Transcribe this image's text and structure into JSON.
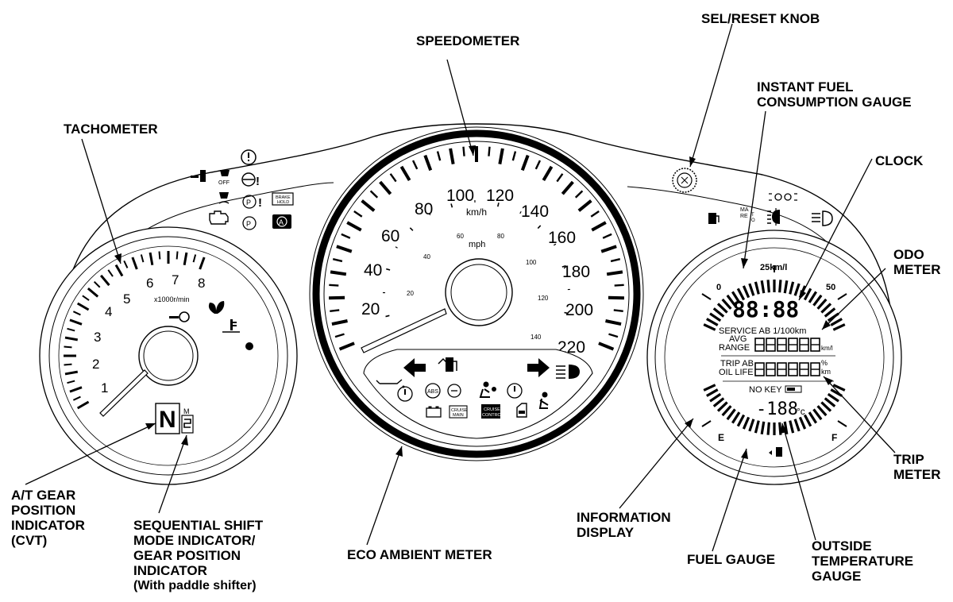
{
  "callouts": {
    "speedometer": "SPEEDOMETER",
    "sel_reset_knob": "SEL/RESET KNOB",
    "instant_fuel_consumption_gauge": [
      "INSTANT FUEL",
      "CONSUMPTION GAUGE"
    ],
    "tachometer": "TACHOMETER",
    "clock": "CLOCK",
    "odo_meter": [
      "ODO",
      "METER"
    ],
    "trip_meter": [
      "TRIP",
      "METER"
    ],
    "at_gear_position_indicator": [
      "A/T GEAR",
      "POSITION",
      "INDICATOR",
      "(CVT)"
    ],
    "sequential_shift_indicator": [
      "SEQUENTIAL SHIFT",
      "MODE INDICATOR/",
      "GEAR POSITION",
      "INDICATOR",
      "(With paddle shifter)"
    ],
    "eco_ambient_meter": "ECO AMBIENT METER",
    "information_display": [
      "INFORMATION",
      "DISPLAY"
    ],
    "fuel_gauge": "FUEL GAUGE",
    "outside_temperature_gauge": [
      "OUTSIDE",
      "TEMPERATURE",
      "GAUGE"
    ]
  },
  "tachometer": {
    "scale": [
      "1",
      "2",
      "3",
      "4",
      "5",
      "6",
      "7",
      "8"
    ],
    "unit": "x1000r/min"
  },
  "speedometer": {
    "kmh_scale": [
      "20",
      "40",
      "60",
      "80",
      "100",
      "120",
      "140",
      "160",
      "180",
      "200",
      "220"
    ],
    "kmh_unit": "km/h",
    "mph_scale": [
      "20",
      "40",
      "60",
      "80",
      "100",
      "120",
      "140"
    ],
    "mph_unit": "mph"
  },
  "info_display": {
    "inst_scale": [
      "0",
      "25km/l",
      "50"
    ],
    "clock": "88:88",
    "line1": "SERVICE AB  1/100km",
    "avg": "AVG",
    "range": "RANGE",
    "range_unit": "km/l",
    "trip": "TRIP AB",
    "oil_life": "OIL LIFE",
    "trip_unit_pct": "%",
    "trip_unit_km": "km",
    "no_key": "NO KEY",
    "temp": "-188",
    "temp_unit": "°c",
    "fuel_e": "E",
    "fuel_f": "F"
  },
  "indicators": {
    "brake_hold": [
      "BRAKE",
      "HOLD"
    ],
    "vsa_off": "OFF",
    "maint": "MA RE T O",
    "cruise_main": [
      "CRUISE",
      "MAIN"
    ],
    "cruise_control": [
      "CRUISE",
      "CONTROL"
    ],
    "abs": "ABS",
    "a_icon": "A",
    "p_icon": "P",
    "gear_n": "N",
    "gear_m": "M"
  }
}
